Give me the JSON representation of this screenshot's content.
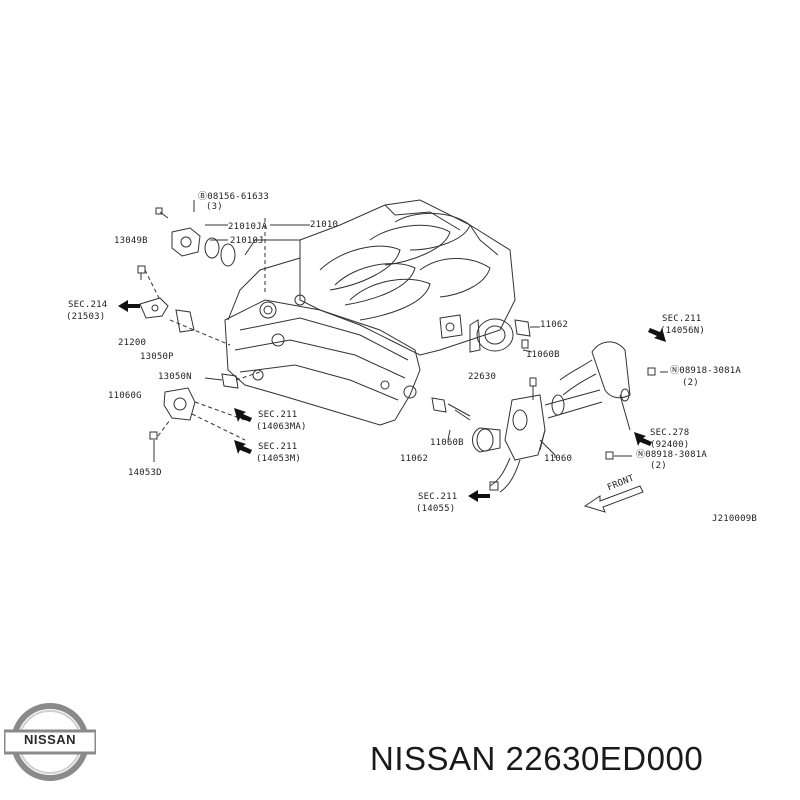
{
  "labels": {
    "l_08156": "Ⓑ08156-61633",
    "l_08156_qty": "(3)",
    "l_21010": "21010",
    "l_21010ja": "21010JA",
    "l_21010j": "21010J",
    "l_13049b": "13049B",
    "l_sec214": "SEC.214",
    "l_21503": "(21503)",
    "l_21200": "21200",
    "l_13050p": "13050P",
    "l_13050n": "13050N",
    "l_11060g": "11060G",
    "l_sec211_a": "SEC.211",
    "l_14063ma": "(14063MA)",
    "l_sec211_b": "SEC.211",
    "l_14053m": "(14053M)",
    "l_14053d": "14053D",
    "l_11062_top": "11062",
    "l_11060b_top": "11060B",
    "l_sec211_c": "SEC.211",
    "l_14056n": "(14056N)",
    "l_08918_a": "Ⓝ08918-3081A",
    "l_08918_a_qty": "(2)",
    "l_22630": "22630",
    "l_sec278": "SEC.278",
    "l_92400": "(92400)",
    "l_08918_b": "Ⓝ08918-3081A",
    "l_08918_b_qty": "(2)",
    "l_11060b_bot": "11060B",
    "l_11062_bot": "11062",
    "l_11060": "11060",
    "l_sec211_d": "SEC.211",
    "l_14055": "(14055)",
    "l_front": "FRONT",
    "l_code": "J210009B"
  },
  "logo": {
    "text": "NISSAN",
    "color": "#7a7a7a"
  },
  "brand_caption": "NISSAN 22630ED000",
  "colors": {
    "line": "#333333",
    "arrow": "#111111"
  }
}
